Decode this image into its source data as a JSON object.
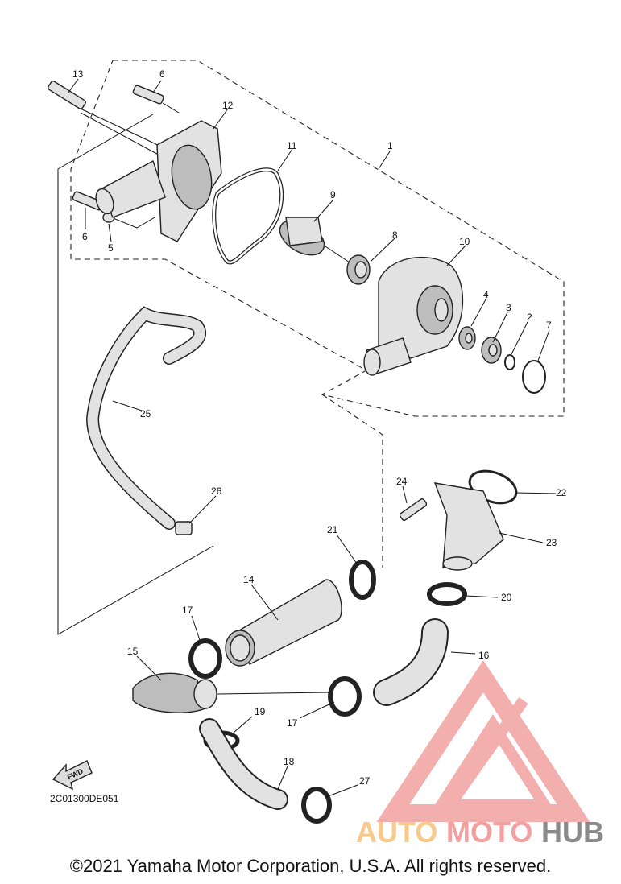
{
  "diagram": {
    "parts": [
      {
        "id": "1",
        "label": "1"
      },
      {
        "id": "2",
        "label": "2"
      },
      {
        "id": "3",
        "label": "3"
      },
      {
        "id": "4",
        "label": "4"
      },
      {
        "id": "5",
        "label": "5"
      },
      {
        "id": "6a",
        "label": "6"
      },
      {
        "id": "6b",
        "label": "6"
      },
      {
        "id": "7",
        "label": "7"
      },
      {
        "id": "8",
        "label": "8"
      },
      {
        "id": "9",
        "label": "9"
      },
      {
        "id": "10",
        "label": "10"
      },
      {
        "id": "11",
        "label": "11"
      },
      {
        "id": "12",
        "label": "12"
      },
      {
        "id": "13",
        "label": "13"
      },
      {
        "id": "14",
        "label": "14"
      },
      {
        "id": "15",
        "label": "15"
      },
      {
        "id": "16",
        "label": "16"
      },
      {
        "id": "17a",
        "label": "17"
      },
      {
        "id": "17b",
        "label": "17"
      },
      {
        "id": "18",
        "label": "18"
      },
      {
        "id": "19",
        "label": "19"
      },
      {
        "id": "20",
        "label": "20"
      },
      {
        "id": "21",
        "label": "21"
      },
      {
        "id": "22",
        "label": "22"
      },
      {
        "id": "23",
        "label": "23"
      },
      {
        "id": "24",
        "label": "24"
      },
      {
        "id": "25",
        "label": "25"
      },
      {
        "id": "26",
        "label": "26"
      },
      {
        "id": "27",
        "label": "27"
      }
    ],
    "fwd_label": "FWD",
    "drawing_code": "2C01300DE051"
  },
  "watermark": {
    "part1": "AUTO",
    "part2": "MOTO",
    "part3": "HUB",
    "color_primary": "#f2a0a0",
    "color_secondary": "#f7c98a",
    "color_tertiary": "#8a8a8a"
  },
  "footer": {
    "copyright": "©2021 Yamaha Motor Corporation, U.S.A. All rights reserved."
  }
}
